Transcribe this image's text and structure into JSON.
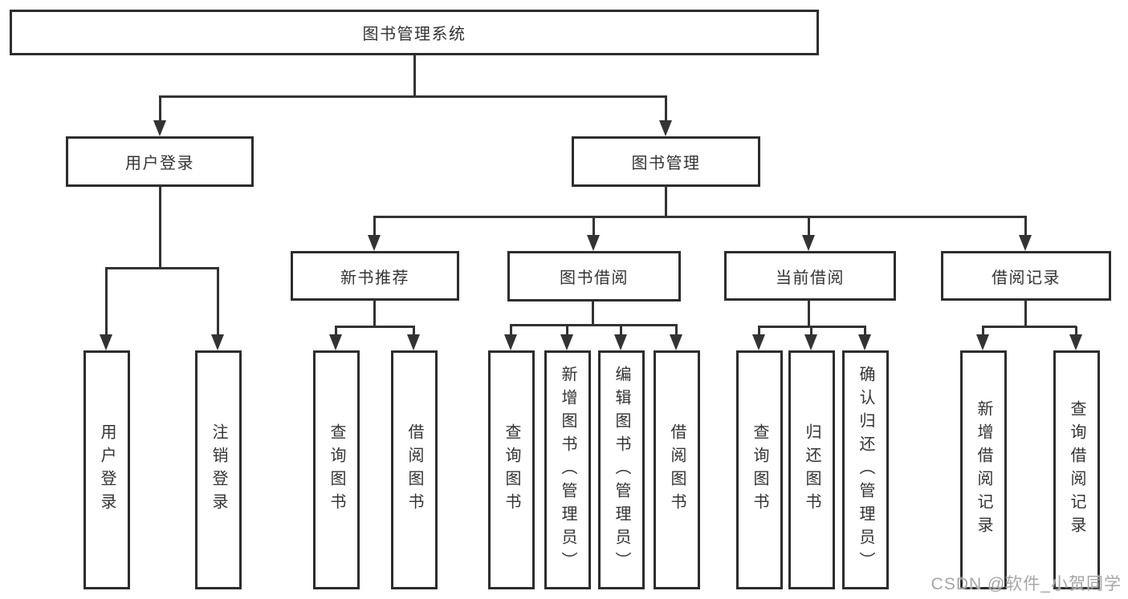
{
  "diagram": {
    "root": {
      "label": "图书管理系统"
    },
    "branches": {
      "user_login": {
        "label": "用户登录",
        "children": [
          {
            "label": "用户登录"
          },
          {
            "label": "注销登录"
          }
        ]
      },
      "book_management": {
        "label": "图书管理"
      }
    },
    "modules": [
      {
        "label": "新书推荐",
        "children": [
          {
            "label": "查询图书"
          },
          {
            "label": "借阅图书"
          }
        ]
      },
      {
        "label": "图书借阅",
        "children": [
          {
            "label": "查询图书"
          },
          {
            "label": "新增图书（管理员）"
          },
          {
            "label": "编辑图书（管理员）"
          },
          {
            "label": "借阅图书"
          }
        ]
      },
      {
        "label": "当前借阅",
        "children": [
          {
            "label": "查询图书"
          },
          {
            "label": "归还图书"
          },
          {
            "label": "确认归还（管理员）"
          }
        ]
      },
      {
        "label": "借阅记录",
        "children": [
          {
            "label": "新增借阅记录"
          },
          {
            "label": "查询借阅记录"
          }
        ]
      }
    ],
    "watermark": {
      "text": "CSDN @软件_小贺同学"
    },
    "colors": {
      "line": "#333333",
      "box_border": "#2d2d2d",
      "box_fill": "#ffffff",
      "text": "#333333",
      "watermark": "#a6a6a6"
    }
  }
}
